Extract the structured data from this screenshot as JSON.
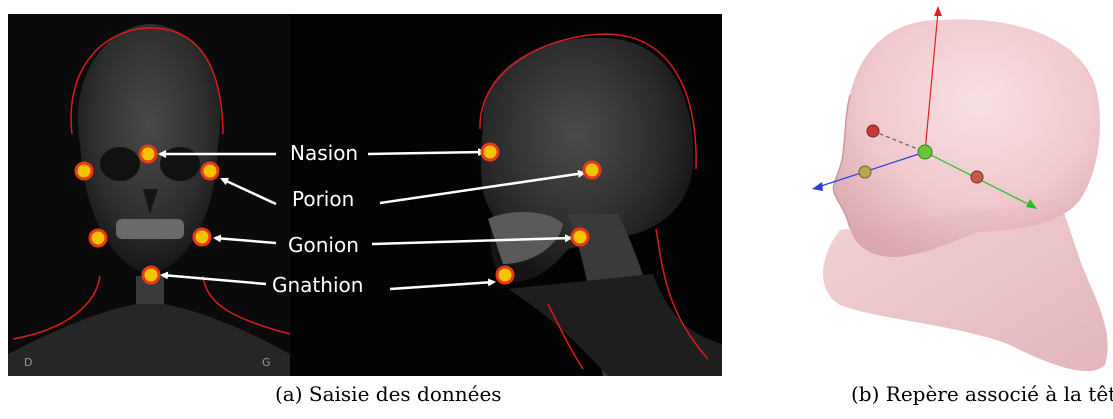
{
  "figure": {
    "panel_a": {
      "caption": "(a) Saisie des données",
      "labels": {
        "nasion": "Nasion",
        "porion": "Porion",
        "gonion": "Gonion",
        "gnathion": "Gnathion"
      },
      "corner_left": "D",
      "corner_right": "G"
    },
    "panel_b": {
      "caption": "(b) Repère associé à la tête"
    }
  },
  "colors": {
    "landmark_fill": "#f5c400",
    "landmark_stroke": "#e83a1a",
    "outline": "#d81c1c",
    "axis_x": "#e02020",
    "axis_y": "#2a40d0",
    "axis_z": "#22c022",
    "head": "#f2c8cc"
  }
}
